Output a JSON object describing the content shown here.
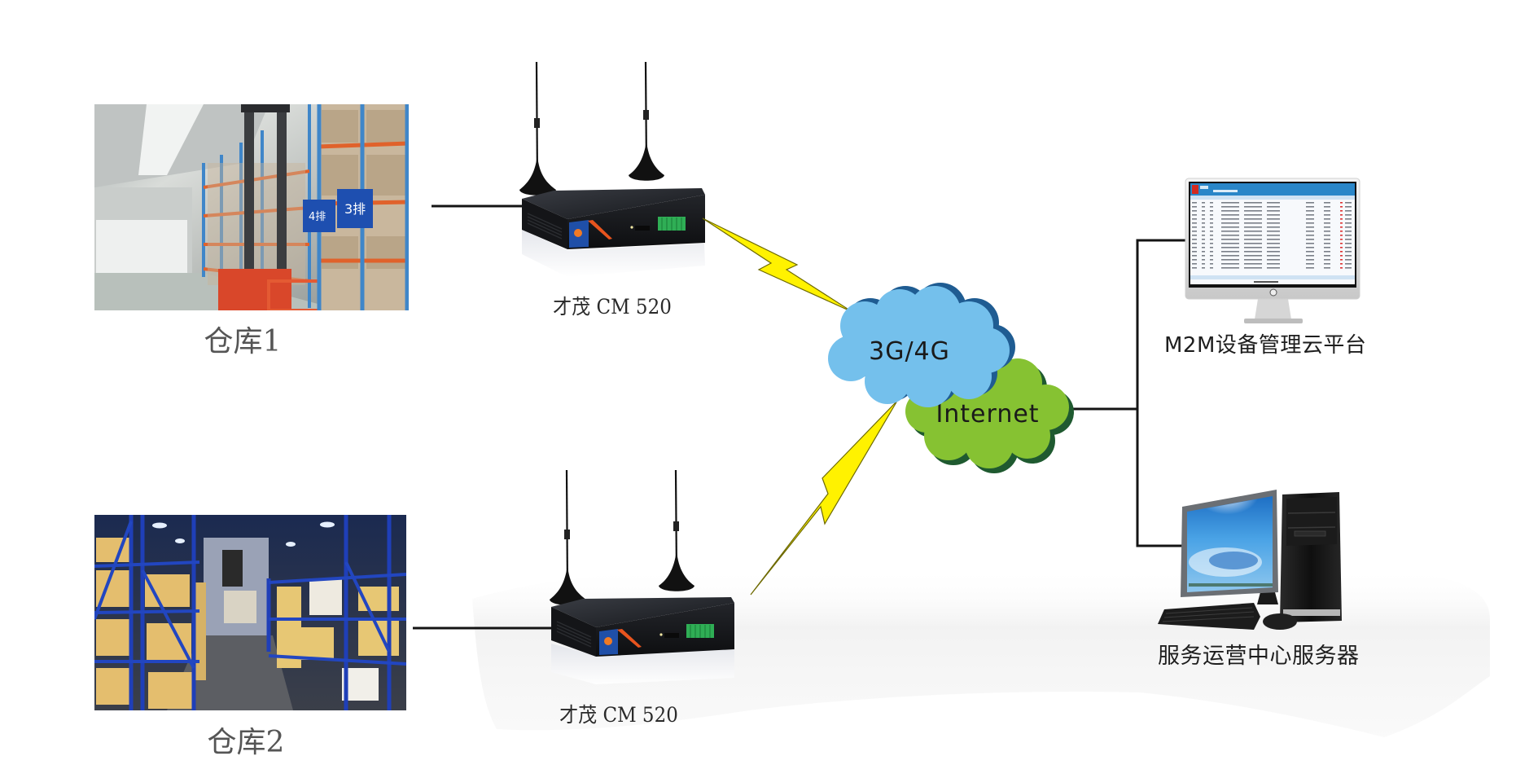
{
  "diagram": {
    "title": "Warehouse M2M remote monitoring network topology",
    "warehouses": [
      {
        "label": "仓库1"
      },
      {
        "label": "仓库2"
      }
    ],
    "routers": [
      {
        "label": "才茂 CM 520"
      },
      {
        "label": "才茂 CM 520"
      }
    ],
    "networks": {
      "cellular": {
        "label": "3G/4G",
        "fill": "#74c0ec",
        "shadow": "#1f5c92"
      },
      "internet": {
        "label": "Internet",
        "fill": "#86c232",
        "shadow": "#1f5a30"
      }
    },
    "endpoints": {
      "cloud_platform": {
        "label": "M2M设备管理云平台"
      },
      "server": {
        "label": "服务运营中心服务器"
      }
    },
    "links": [
      {
        "from": "仓库1",
        "to": "才茂 CM 520 (1)",
        "type": "wired"
      },
      {
        "from": "仓库2",
        "to": "才茂 CM 520 (2)",
        "type": "wired"
      },
      {
        "from": "才茂 CM 520 (1)",
        "to": "3G/4G",
        "type": "wireless"
      },
      {
        "from": "才茂 CM 520 (2)",
        "to": "3G/4G",
        "type": "wireless"
      },
      {
        "from": "Internet",
        "to": "M2M设备管理云平台",
        "type": "wired"
      },
      {
        "from": "Internet",
        "to": "服务运营中心服务器",
        "type": "wired"
      }
    ],
    "colors": {
      "wireless_bolt": "#fff200",
      "bolt_outline": "#6e6a00",
      "wire": "#141414",
      "router_body": "#1b1d22",
      "router_badge": "#1f4fa8",
      "terminal_block": "#2fae55"
    }
  }
}
